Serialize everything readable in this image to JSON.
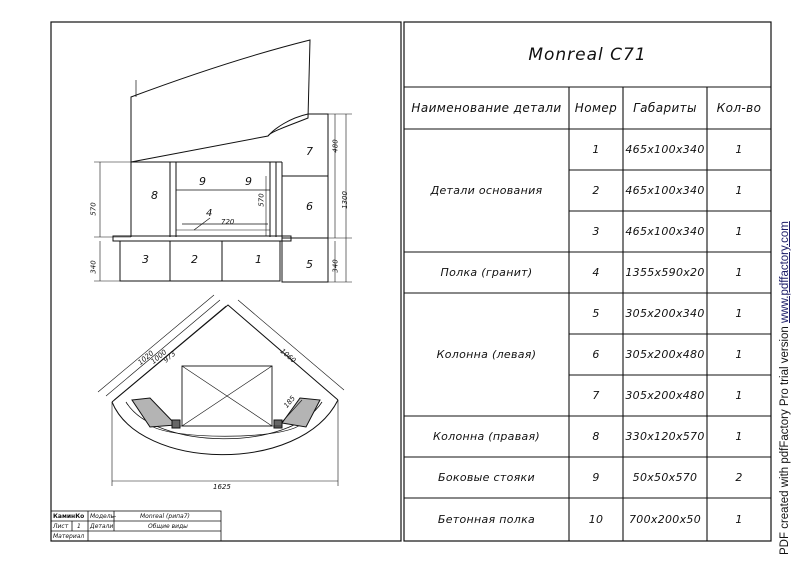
{
  "model_title": "Monreal C71",
  "table": {
    "headers": {
      "name": "Наименование детали",
      "number": "Номер",
      "dimensions": "Габариты",
      "quantity": "Кол-во"
    },
    "groups": [
      {
        "name": "Детали основания",
        "rows": [
          {
            "number": "1",
            "dimensions": "465x100x340",
            "quantity": "1"
          },
          {
            "number": "2",
            "dimensions": "465x100x340",
            "quantity": "1"
          },
          {
            "number": "3",
            "dimensions": "465x100x340",
            "quantity": "1"
          }
        ]
      },
      {
        "name": "Полка (гранит)",
        "rows": [
          {
            "number": "4",
            "dimensions": "1355x590x20",
            "quantity": "1"
          }
        ]
      },
      {
        "name": "Колонна (левая)",
        "rows": [
          {
            "number": "5",
            "dimensions": "305x200x340",
            "quantity": "1"
          },
          {
            "number": "6",
            "dimensions": "305x200x480",
            "quantity": "1"
          },
          {
            "number": "7",
            "dimensions": "305x200x480",
            "quantity": "1"
          }
        ]
      },
      {
        "name": "Колонна (правая)",
        "rows": [
          {
            "number": "8",
            "dimensions": "330x120x570",
            "quantity": "1"
          }
        ]
      },
      {
        "name": "Боковые стояки",
        "rows": [
          {
            "number": "9",
            "dimensions": "50x50x570",
            "quantity": "2"
          }
        ]
      },
      {
        "name": "Бетонная полка",
        "rows": [
          {
            "number": "10",
            "dimensions": "700x200x50",
            "quantity": "1"
          }
        ]
      }
    ]
  },
  "stamp": {
    "company": "КаминКо",
    "model_label": "Модель-",
    "model_value": "Monreal (рипа7)",
    "sheet_label": "Лист",
    "sheet_number": "1",
    "parts_label": "Детали",
    "parts_value": "Общие виды",
    "material_label": "Материал"
  },
  "drawing": {
    "front_view": {
      "part_labels": [
        "8",
        "9",
        "9",
        "7",
        "6",
        "5",
        "4",
        "3",
        "2",
        "1"
      ],
      "dims": [
        "570",
        "340",
        "720",
        "570",
        "480",
        "1300",
        "340"
      ]
    },
    "plan_view": {
      "dims": [
        "1020",
        "1000",
        "973",
        "1060",
        "185",
        "1625"
      ]
    }
  },
  "watermark": {
    "prefix": "PDF created with pdfFactory Pro trial version ",
    "link": "www.pdffactory.com"
  }
}
